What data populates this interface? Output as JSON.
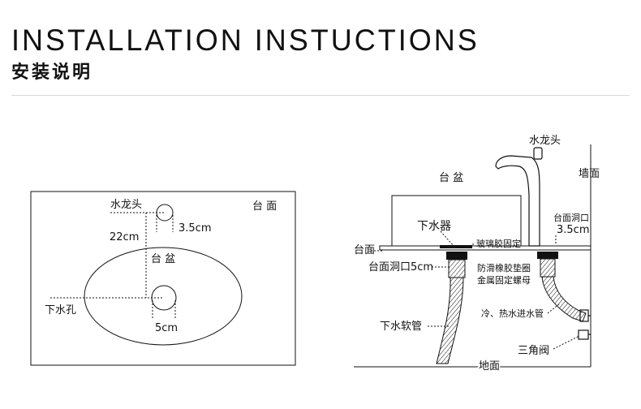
{
  "header": {
    "title_en": "INSTALLATION INSTUCTIONS",
    "title_cn": "安装说明"
  },
  "top_view": {
    "label_faucet": "水龙头",
    "label_counter": "台 面",
    "label_faucet_hole": "3.5cm",
    "label_distance": "22cm",
    "label_basin": "台 盆",
    "label_drain_hole": "下水孔",
    "label_drain_size": "5cm"
  },
  "side_view": {
    "label_faucet": "水龙头",
    "label_wall": "墙面",
    "label_basin": "台 盆",
    "label_drain": "下水器",
    "label_counter_hole": "台面洞口",
    "label_counter_hole_size": "3.5cm",
    "label_counter": "台面",
    "label_glass_glue": "玻璃胶固定",
    "label_drain_hole": "台面洞口5cm",
    "label_gasket": "防滑橡胶垫圈",
    "label_nut": "金属固定螺母",
    "label_inlet_pipe": "冷、热水进水管",
    "label_drain_hose": "下水软管",
    "label_angle_valve": "三角阀",
    "label_floor": "地面"
  },
  "colors": {
    "line": "#111111",
    "rule": "#d8d8d8",
    "background": "#ffffff"
  }
}
